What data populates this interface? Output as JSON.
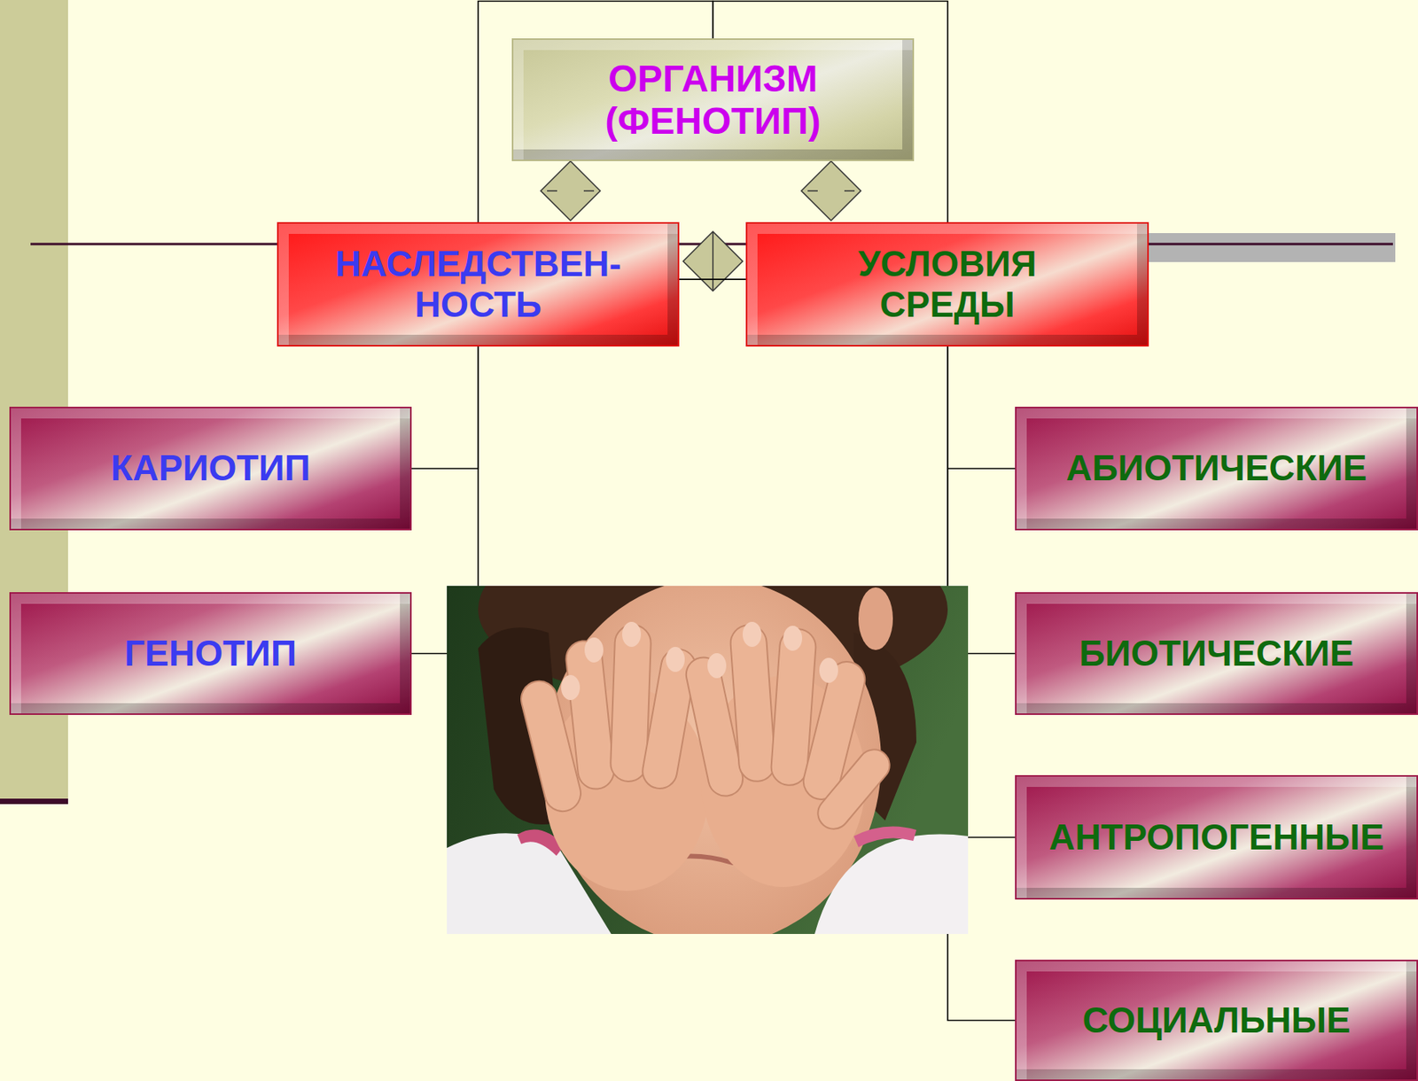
{
  "diagram": {
    "nodes": [
      {
        "text": [
          "ОРГАНИЗМ (ФЕНОТИП)"
        ]
      },
      {
        "text": [
          "НАСЛЕДСТВЕН- НОСТЬ"
        ]
      },
      {
        "text": [
          "УСЛОВИЯ СРЕДЫ"
        ]
      },
      {
        "text": [
          "КАРИОТИП"
        ]
      },
      {
        "text": [
          "АБИОТИЧЕСКИЕ"
        ]
      },
      {
        "text": [
          "ГЕНОТИП"
        ]
      },
      {
        "text": [
          "БИОТИЧЕСКИЕ"
        ]
      },
      {
        "text": [
          "АНТРОПОГЕННЫЕ"
        ]
      },
      {
        "text": [
          "СОЦИАЛЬНЫЕ"
        ]
      }
    ],
    "edges": [
      {
        "from": 1,
        "to": 0,
        "arrow": "none"
      },
      {
        "from": 2,
        "to": 0,
        "arrow": "none"
      },
      {
        "from": 1,
        "to": 2,
        "arrow": "none"
      },
      {
        "from": 1,
        "to": 3,
        "arrow": "none"
      },
      {
        "from": 1,
        "to": 5,
        "arrow": "none"
      },
      {
        "from": 2,
        "to": 4,
        "arrow": "none"
      },
      {
        "from": 2,
        "to": 6,
        "arrow": "none"
      },
      {
        "from": 2,
        "to": 7,
        "arrow": "none"
      },
      {
        "from": 2,
        "to": 8,
        "arrow": "none"
      }
    ]
  }
}
